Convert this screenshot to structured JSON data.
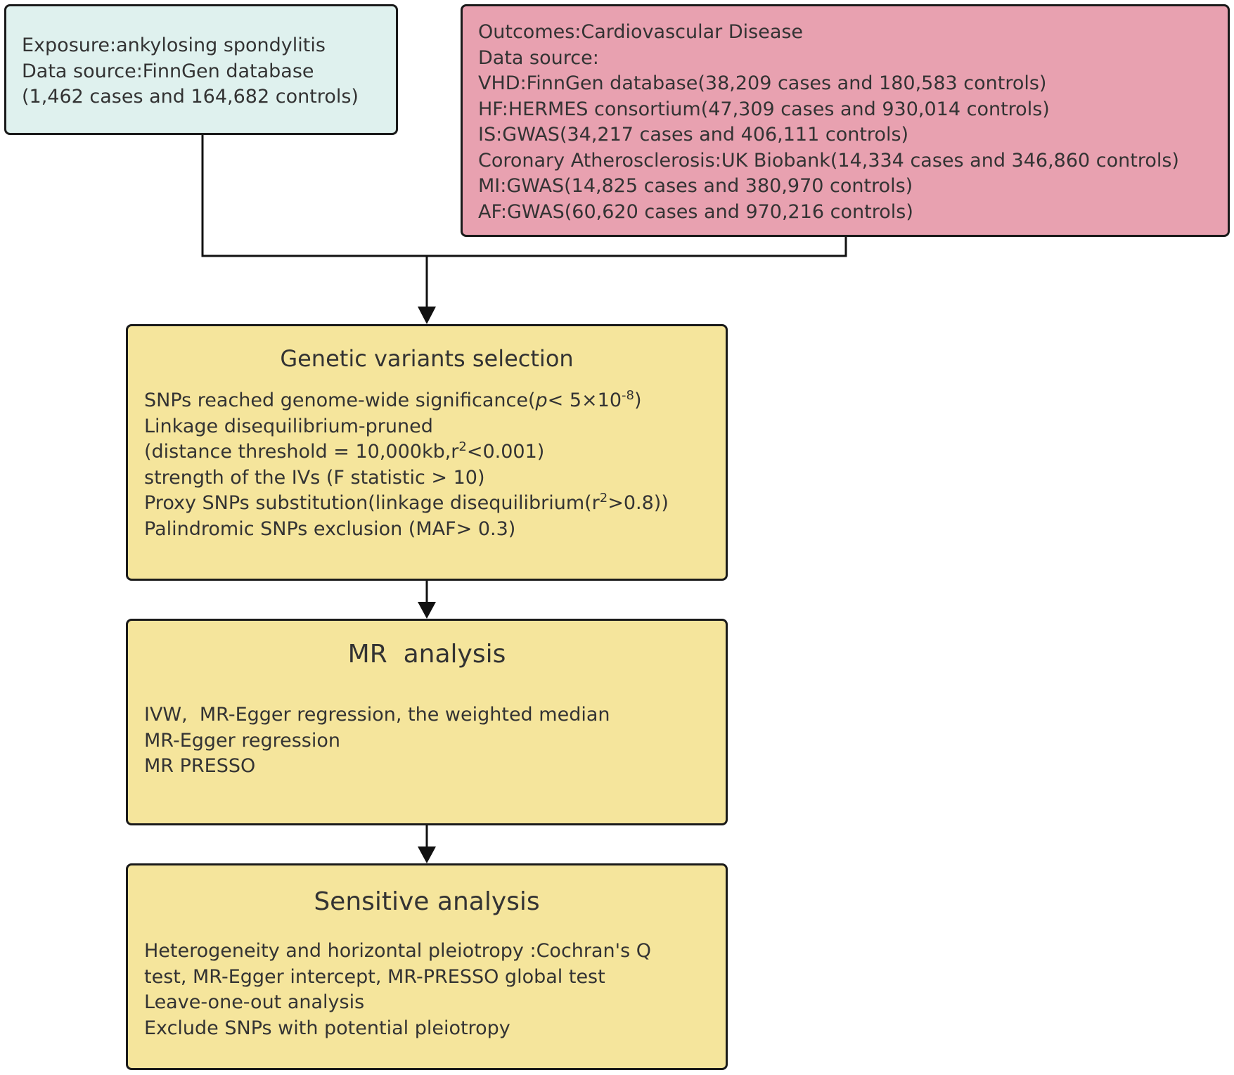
{
  "exposure": {
    "lines": [
      "Exposure:ankylosing spondylitis",
      "Data source:FinnGen database",
      "(1,462 cases and 164,682 controls)"
    ]
  },
  "outcomes": {
    "lines": [
      "Outcomes:Cardiovascular Disease",
      "Data source:",
      "VHD:FinnGen database(38,209 cases and 180,583 controls)",
      "HF:HERMES consortium(47,309 cases and 930,014 controls)",
      "IS:GWAS(34,217 cases and 406,111 controls)",
      "Coronary Atherosclerosis:UK Biobank(14,334 cases and 346,860 controls)",
      "MI:GWAS(14,825 cases and 380,970 controls)",
      "AF:GWAS(60,620 cases and 970,216 controls)"
    ]
  },
  "genetic": {
    "title": "Genetic variants selection",
    "line1_prefix": "SNPs reached genome-wide significance(",
    "line1_p": "p",
    "line1_lt": "< 5×10",
    "line1_exp": "-8",
    "line1_suffix": ")",
    "line2": "Linkage disequilibrium-pruned",
    "line3_prefix": "(distance threshold = 10,000kb,r",
    "line3_exp": "2",
    "line3_suffix": "<0.001)",
    "line4": "strength of the IVs (F statistic > 10)",
    "line5_prefix": "Proxy SNPs substitution(linkage disequilibrium(r",
    "line5_exp": "2",
    "line5_suffix": ">0.8))",
    "line6": "Palindromic SNPs exclusion (MAF> 0.3)"
  },
  "mr": {
    "title": "MR  analysis",
    "lines": [
      "IVW,  MR-Egger regression, the weighted median",
      "MR-Egger regression",
      "MR PRESSO"
    ]
  },
  "sensitive": {
    "title": "Sensitive analysis",
    "lines": [
      "Heterogeneity and horizontal pleiotropy :Cochran's Q",
      "test, MR-Egger intercept, MR-PRESSO global test",
      "Leave-one-out analysis",
      "Exclude SNPs with potential pleiotropy"
    ]
  },
  "colors": {
    "exposure_fill": "#dff1ee",
    "outcomes_fill": "#e8a1b0",
    "step_fill": "#f5e59c",
    "border": "#1a1a1a",
    "text": "#333333"
  }
}
